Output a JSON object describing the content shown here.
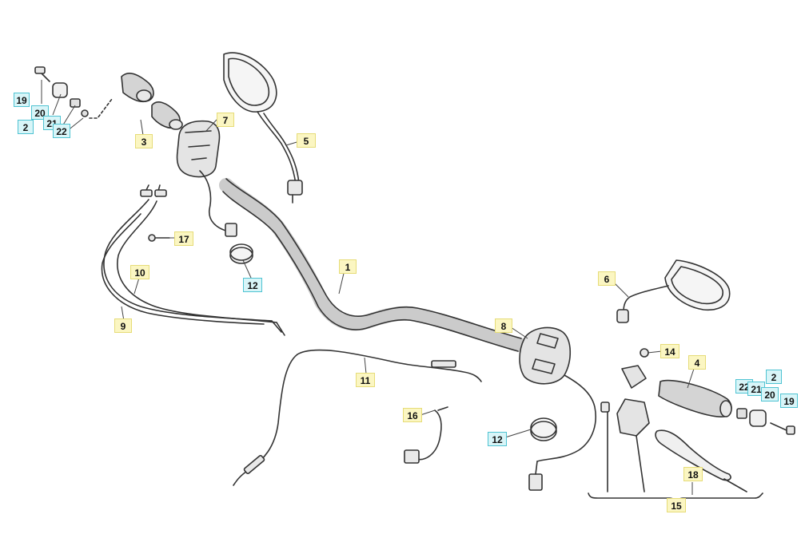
{
  "colors": {
    "part_label_fill": "#fbf6c2",
    "part_label_border": "#e6dc78",
    "set_label_fill": "#d8f5f8",
    "set_label_border": "#4fc3d2",
    "line": "#333333",
    "part_fill": "#dcdcdc"
  },
  "callouts": {
    "c19l": "19",
    "c20l": "20",
    "c2l": "2",
    "c21l": "21",
    "c22l": "22",
    "c3": "3",
    "c7": "7",
    "c5": "5",
    "c17": "17",
    "c10": "10",
    "c9": "9",
    "c12a": "12",
    "c1": "1",
    "c6": "6",
    "c8": "8",
    "c14": "14",
    "c4": "4",
    "c2r": "2",
    "c22r": "22",
    "c21r": "21",
    "c20r": "20",
    "c19r": "19",
    "c11": "11",
    "c16": "16",
    "c12b": "12",
    "c18": "18",
    "c15": "15"
  }
}
